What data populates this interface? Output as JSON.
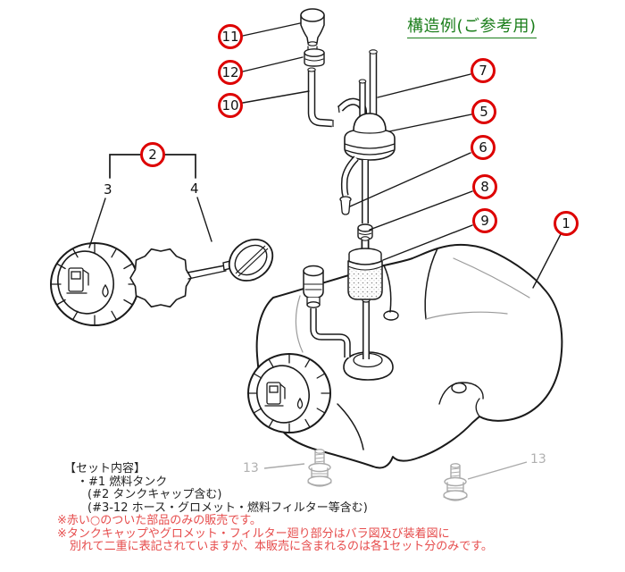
{
  "title": {
    "text": "構造例(ご参考用)"
  },
  "callouts": [
    {
      "num": "11"
    },
    {
      "num": "12"
    },
    {
      "num": "10"
    },
    {
      "num": "2"
    },
    {
      "num": "7"
    },
    {
      "num": "5"
    },
    {
      "num": "6"
    },
    {
      "num": "8"
    },
    {
      "num": "9"
    },
    {
      "num": "1"
    }
  ],
  "part_labels": {
    "left": [
      {
        "num": "3"
      },
      {
        "num": "4"
      }
    ],
    "gray": [
      {
        "num": "13"
      },
      {
        "num": "13"
      }
    ]
  },
  "notes": {
    "set_heading": "【セット内容】",
    "set_lines": [
      "・#1 燃料タンク",
      "(#2 タンクキャップ含む)",
      "(#3-12 ホース・グロメット・燃料フィルター等含む)"
    ],
    "warning_lines": [
      "※赤い○のついた部品のみの販売です。",
      "※タンクキャップやグロメット・フィルター廻り部分はバラ図及び装着図に",
      "別れて二重に表記されていますが、本販売に含まれるのは各1セット分のみです。"
    ]
  },
  "colors": {
    "callout_red": "#dd0000",
    "warning_red": "#e64c4c",
    "title_green": "#1b7e1b",
    "gray_part": "#b0b0b0",
    "line_black": "#1a1a1a"
  }
}
